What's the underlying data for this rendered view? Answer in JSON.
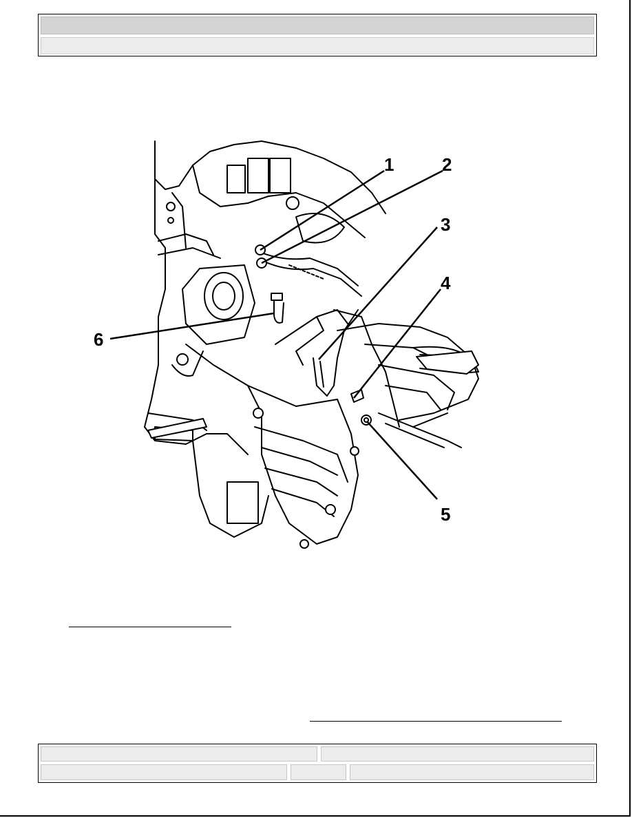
{
  "header": {
    "row1_text": "",
    "row2_text": ""
  },
  "figure": {
    "callouts": [
      "1",
      "2",
      "3",
      "4",
      "5",
      "6"
    ],
    "colors": {
      "line": "#000000",
      "fill": "#ffffff"
    }
  },
  "footer": {
    "top_left": "",
    "top_right": "",
    "bottom_left": "",
    "bottom_mid": "",
    "bottom_right": ""
  }
}
